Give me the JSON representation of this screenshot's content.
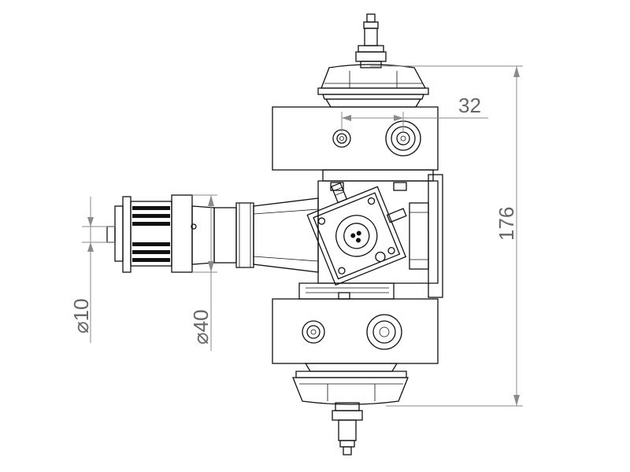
{
  "drawing": {
    "dimensions": {
      "offset": "32",
      "overall_height": "176",
      "inner_diameter": "⌀10",
      "outer_diameter": "⌀40"
    },
    "colors": {
      "line": "#111111",
      "dimension": "#8a8a8a",
      "dimension_text": "#666666",
      "background": "#ffffff"
    }
  }
}
